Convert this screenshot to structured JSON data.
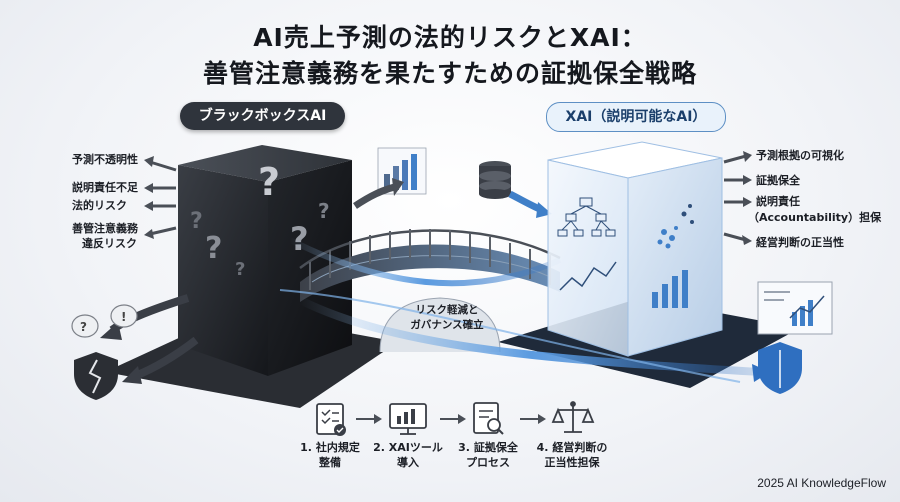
{
  "title": {
    "line1": "AI売上予測の法的リスクとXAI：",
    "line2": "善管注意義務を果たすための証拠保全戦略"
  },
  "left": {
    "header": "ブラックボックスAI",
    "risks": [
      "予測不透明性",
      "説明責任不足",
      "法的リスク",
      "善管注意義務",
      "違反リスク"
    ]
  },
  "right": {
    "header": "XAI（説明可能なAI）",
    "benefits": [
      "予測根拠の可視化",
      "証拠保全",
      "説明責任",
      "（Accountability）担保",
      "経営判断の正当性"
    ]
  },
  "bridge": {
    "line1": "リスク軽減と",
    "line2": "ガバナンス確立"
  },
  "steps": [
    {
      "line1": "1. 社内規定",
      "line2": "整備",
      "icon": "checklist-icon"
    },
    {
      "line1": "2. XAIツール",
      "line2": "導入",
      "icon": "monitor-chart-icon"
    },
    {
      "line1": "3. 証拠保全",
      "line2": "プロセス",
      "icon": "document-search-icon"
    },
    {
      "line1": "4. 経営判断の",
      "line2": "正当性担保",
      "icon": "scales-icon"
    }
  ],
  "footer": {
    "credit": "2025 AI KnowledgeFlow"
  },
  "colors": {
    "dark_box": "#26292f",
    "xai_blue": "#3f7fc8",
    "arrow_gray": "#4a4f57"
  }
}
